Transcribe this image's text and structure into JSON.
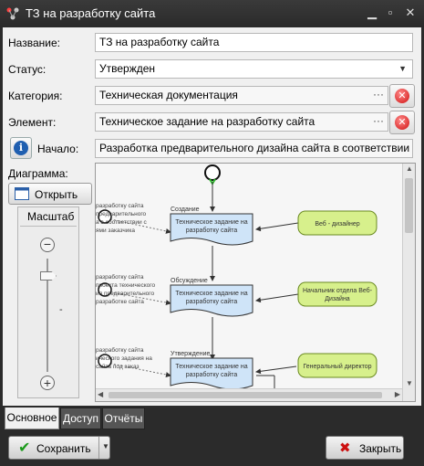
{
  "window": {
    "title": "ТЗ на разработку сайта"
  },
  "form": {
    "name_label": "Название:",
    "name_value": "ТЗ на разработку сайта",
    "status_label": "Статус:",
    "status_value": "Утвержден",
    "category_label": "Категория:",
    "category_value": "Техническая документация",
    "element_label": "Элемент:",
    "element_value": "Техническое задание на разработку сайта",
    "start_label": "Начало:",
    "start_value": "Разработка предварительного дизайна сайта в соответствии с пож",
    "diagram_label": "Диаграмма:",
    "open_label": "Открыть",
    "scale_label": "Масштаб",
    "ellipsis": "···"
  },
  "diagram": {
    "nodes": [
      {
        "lines": [
          "Техническое задание на",
          "разработку сайта"
        ],
        "caption": "Создание"
      },
      {
        "lines": [
          "Техническое задание на",
          "разработку сайта"
        ],
        "caption": "Обсуждение"
      },
      {
        "lines": [
          "Техническое задание на",
          "разработку сайта"
        ],
        "caption": "Утверждение"
      }
    ],
    "roles": [
      {
        "lines": [
          "Веб - дизайнер"
        ]
      },
      {
        "lines": [
          "Начальник отдела Веб-",
          "Дизайна"
        ]
      },
      {
        "lines": [
          "Генеральный директор"
        ]
      }
    ],
    "left_notes": [
      [
        "разработку сайта",
        "предварительного",
        "а в соответствии с",
        "ями заказчика"
      ],
      [
        "разработку сайта",
        "проекта технического",
        "ия предварительного",
        "разработке сайта"
      ],
      [
        "разработку сайта",
        "ического задания на",
        "сайта под заказ"
      ]
    ]
  },
  "tabs": [
    "Основное",
    "Доступ",
    "Отчёты"
  ],
  "footer": {
    "save_label": "Сохранить",
    "close_label": "Закрыть"
  },
  "colors": {
    "node_fill": "#cfe4f8",
    "role_fill": "#d7f08c",
    "accent_red": "#d01010",
    "start_green": "#2db82d"
  }
}
